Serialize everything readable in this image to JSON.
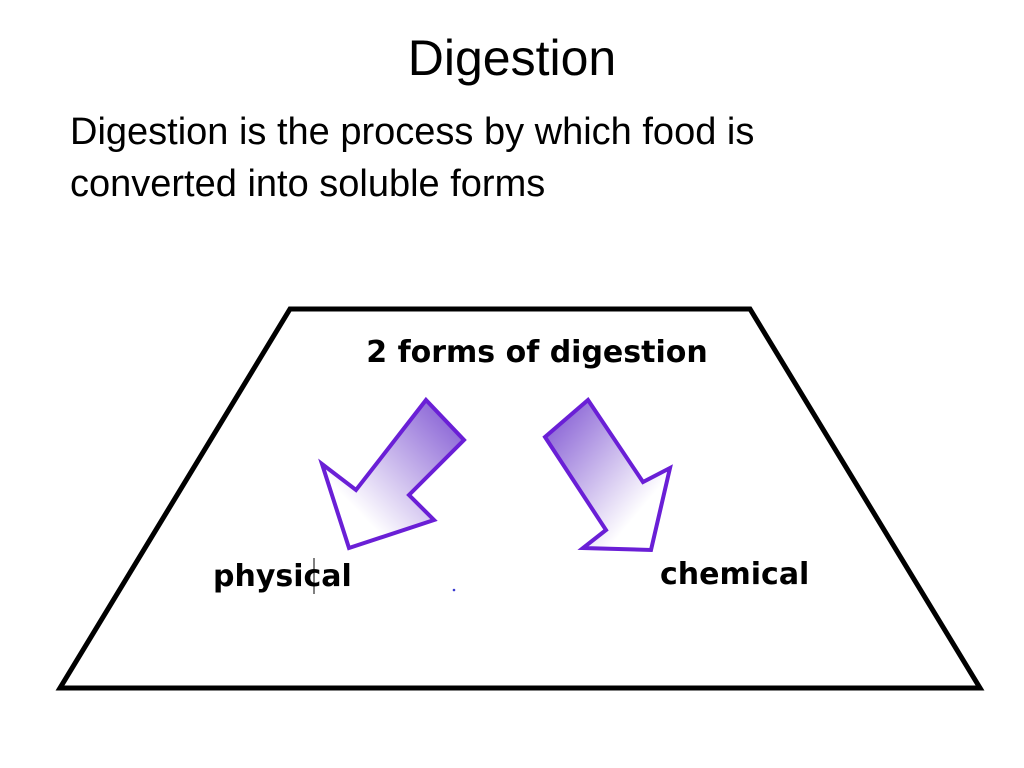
{
  "slide": {
    "title": "Digestion",
    "body": {
      "line1": "Digestion is the process by which food is",
      "line2": "converted into soluble forms"
    }
  },
  "diagram": {
    "heading": "2 forms of digestion",
    "left_label": "physical",
    "right_label": "chemical",
    "colors": {
      "outline": "#000000",
      "arrow_stroke": "#6a1fd6",
      "arrow_fill_dark": "#7a4fd0",
      "arrow_fill_light": "#ffffff"
    },
    "icons": [
      "arrow-down-left-icon",
      "arrow-down-right-icon"
    ]
  }
}
